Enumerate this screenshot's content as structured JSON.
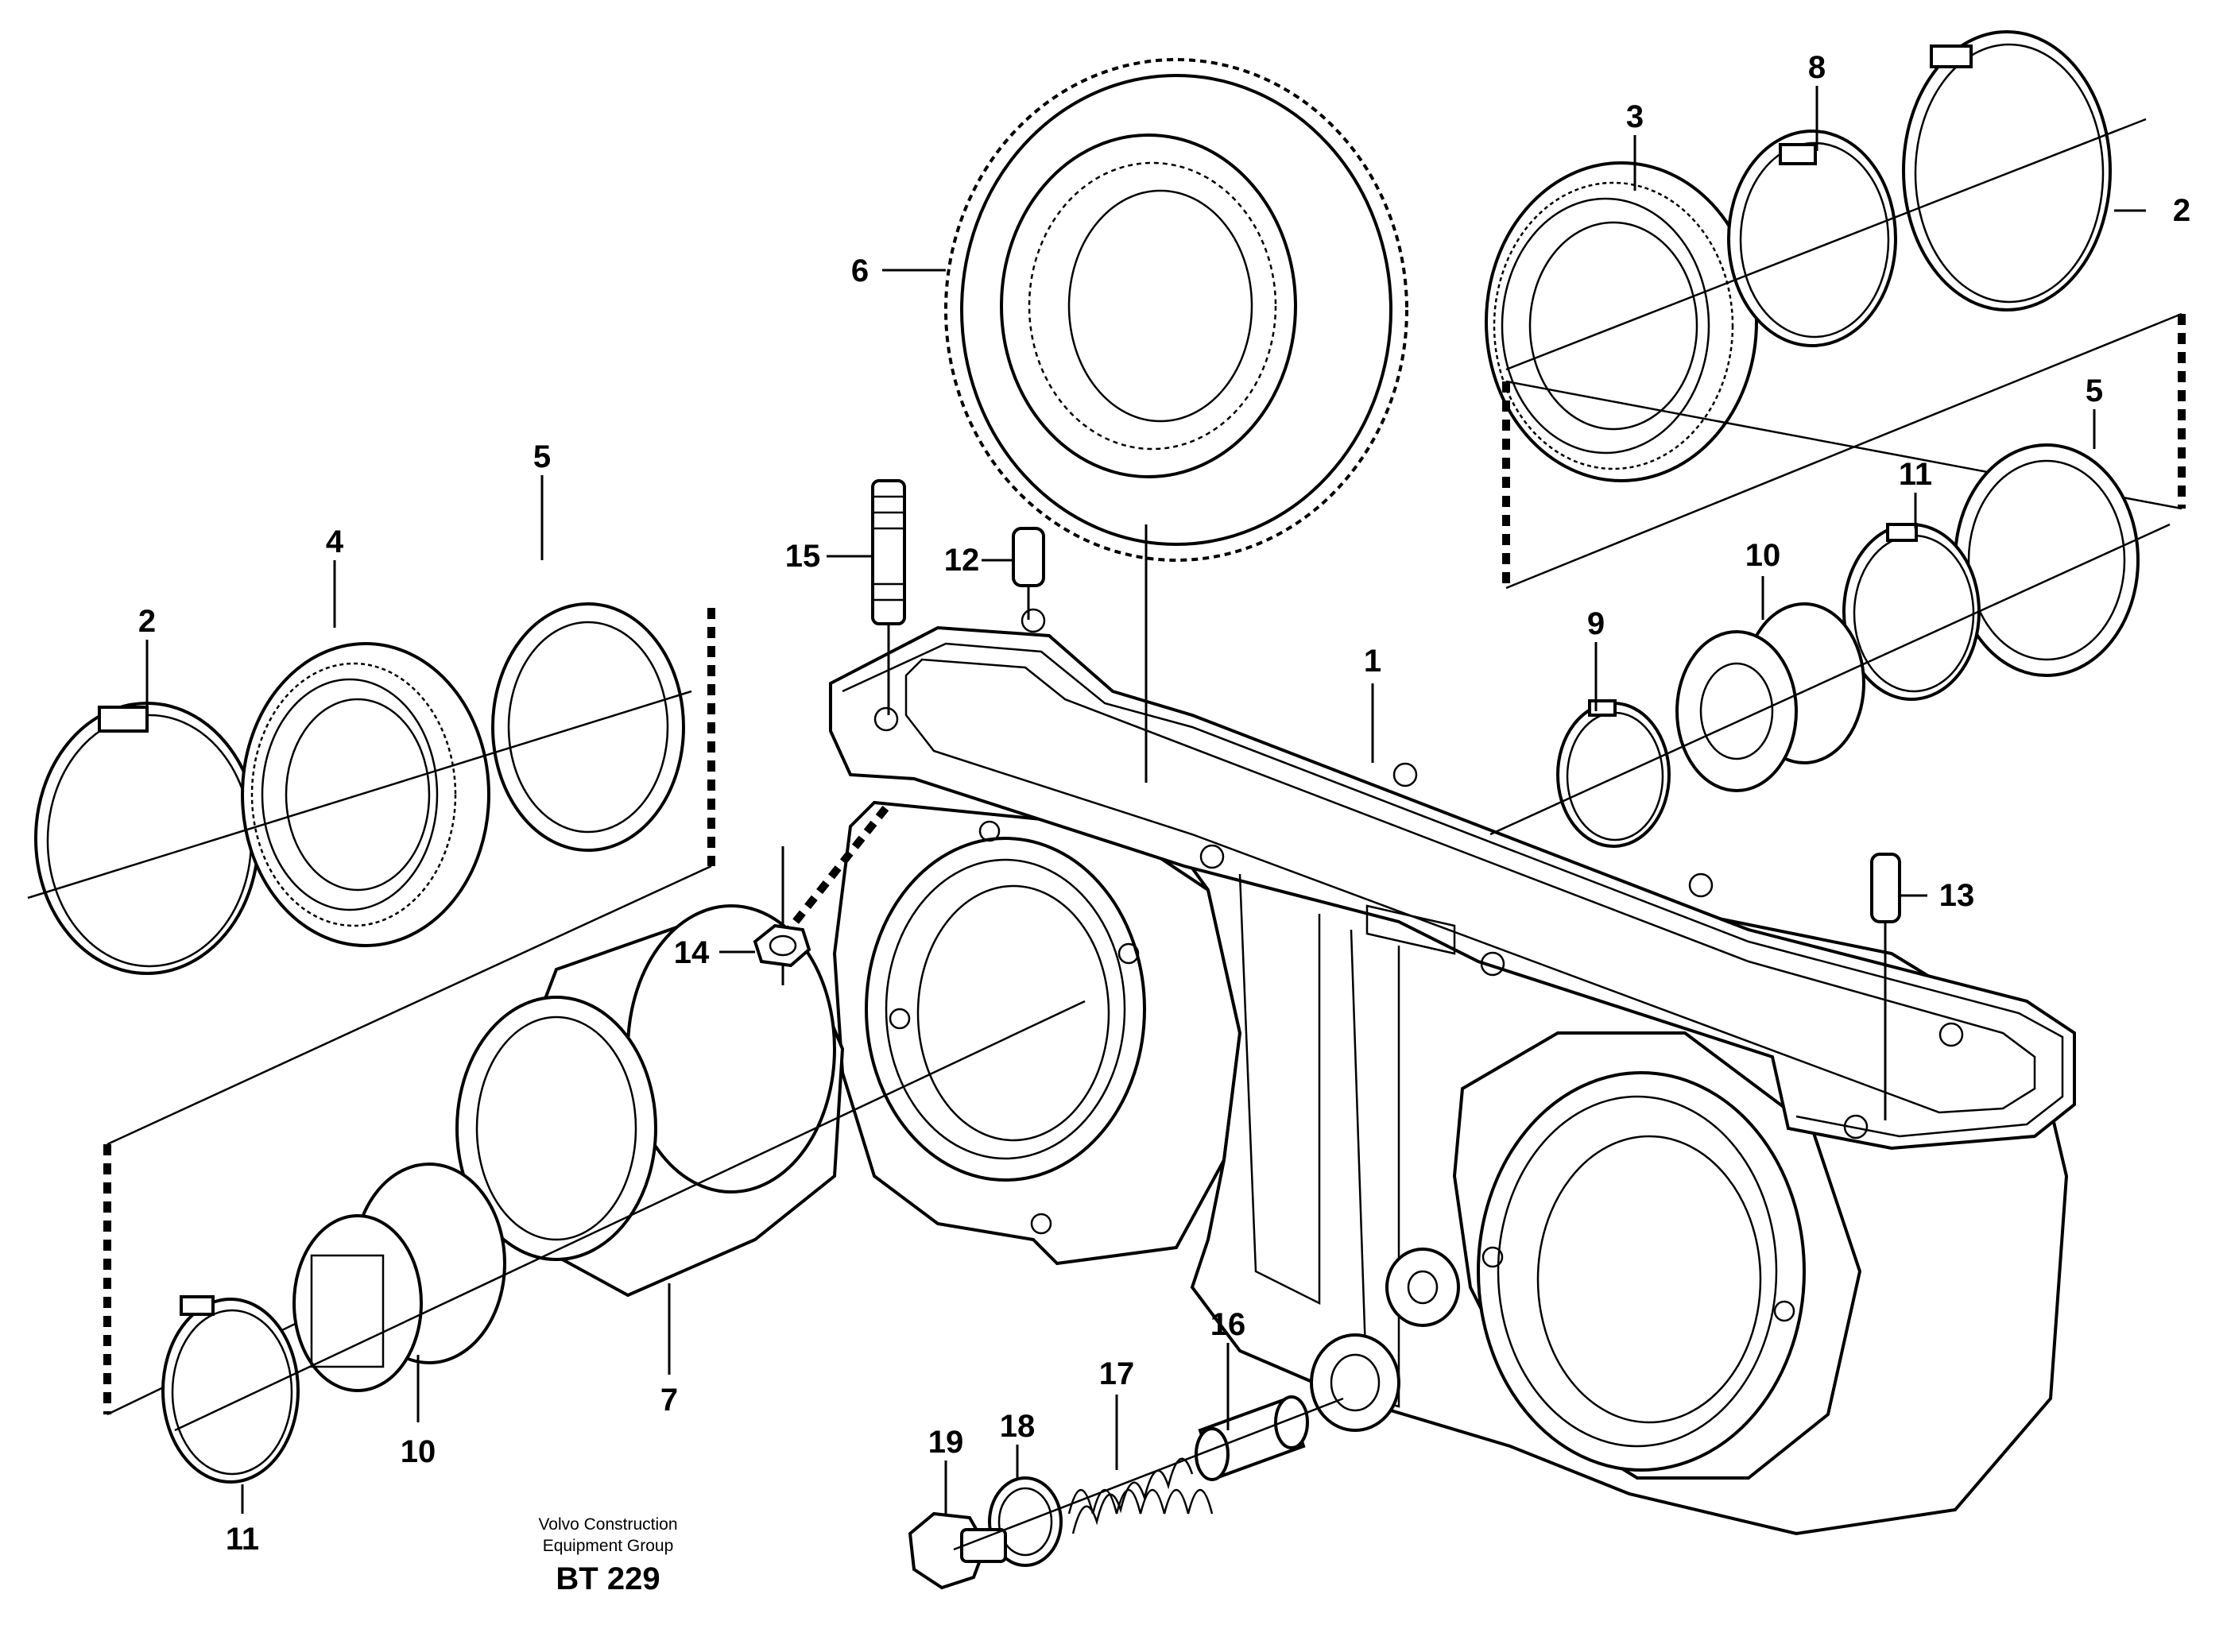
{
  "diagram": {
    "callouts": [
      {
        "id": "c1",
        "label": "1"
      },
      {
        "id": "c2a",
        "label": "2"
      },
      {
        "id": "c2b",
        "label": "2"
      },
      {
        "id": "c3",
        "label": "3"
      },
      {
        "id": "c4",
        "label": "4"
      },
      {
        "id": "c5a",
        "label": "5"
      },
      {
        "id": "c5b",
        "label": "5"
      },
      {
        "id": "c6",
        "label": "6"
      },
      {
        "id": "c7",
        "label": "7"
      },
      {
        "id": "c8",
        "label": "8"
      },
      {
        "id": "c9",
        "label": "9"
      },
      {
        "id": "c10a",
        "label": "10"
      },
      {
        "id": "c10b",
        "label": "10"
      },
      {
        "id": "c11a",
        "label": "11"
      },
      {
        "id": "c11b",
        "label": "11"
      },
      {
        "id": "c12",
        "label": "12"
      },
      {
        "id": "c13",
        "label": "13"
      },
      {
        "id": "c14",
        "label": "14"
      },
      {
        "id": "c15",
        "label": "15"
      },
      {
        "id": "c16",
        "label": "16"
      },
      {
        "id": "c17",
        "label": "17"
      },
      {
        "id": "c18",
        "label": "18"
      },
      {
        "id": "c19",
        "label": "19"
      }
    ]
  },
  "footer": {
    "line1": "Volvo Construction",
    "line2": "Equipment Group",
    "code": "BT 229"
  }
}
